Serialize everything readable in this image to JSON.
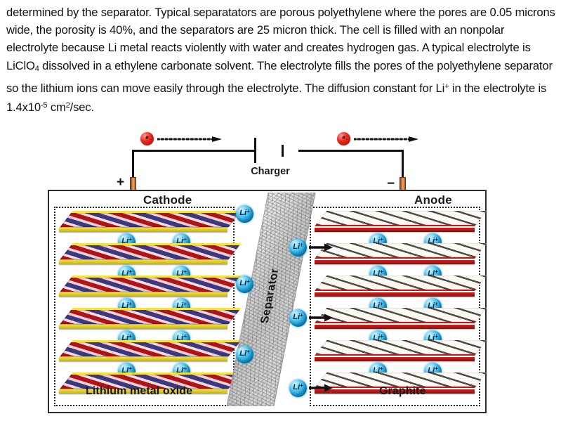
{
  "paragraph": {
    "part1": "determined by the separator. Typical separatators are porous polyethylene where the pores are 0.05 microns wide,  the porosity is 40%, and the separators are 25 micron thick. The cell is filled with an nonpolar electrolyte because Li metal reacts violently with water and creates hydrogen gas.  A typical electrolyte is LiClO",
    "licl04_sub": "4",
    "part2": " dissolved in a ethylene carbonate solvent. The electrolyte fills the pores of the polyethylene separator so the lithium ions can move easily through the electrolyte. The diffusion constant for Li",
    "li_sup": "+",
    "part3": " in the electrolyte is 1.4x10",
    "exp_sup": "-5",
    "part4": " cm",
    "cm_sup": "2",
    "part5": "/sec."
  },
  "figure": {
    "charger_label": "Charger",
    "positive_sign": "+",
    "negative_sign": "−",
    "cathode_title": "Cathode",
    "anode_title": "Anode",
    "separator_label": "Separator",
    "cathode_material_label": "Lithium metal oxide",
    "anode_material_label": "Graphite",
    "electron_label": "e",
    "ion_label": "Li",
    "ion_charge": "+",
    "electrons": [
      {
        "name": "electron-left",
        "label": "e"
      },
      {
        "name": "electron-right",
        "label": "e"
      }
    ],
    "cathode_layer_count": 6,
    "anode_layer_count": 6,
    "cathode_ions_per_gap": 2,
    "anode_ions_per_gap": 2,
    "separator_left_ions": 3,
    "separator_right_ions": 3,
    "transfer_arrow_count": 3,
    "colors": {
      "cathode_plate_rim": "#f5e23c",
      "cathode_lattice_red": "#c61f22",
      "cathode_lattice_blue": "#343a8c",
      "anode_plate_edge": "#b81b18",
      "anode_plate_face": "#fbf8f1",
      "lithium_ion": "#1a9fd8",
      "electron": "#e8281c",
      "current_collector": "#d4803a",
      "separator_gray": "#c9c9c9",
      "wire": "#111111",
      "cell_border": "#2b2b2b"
    }
  }
}
